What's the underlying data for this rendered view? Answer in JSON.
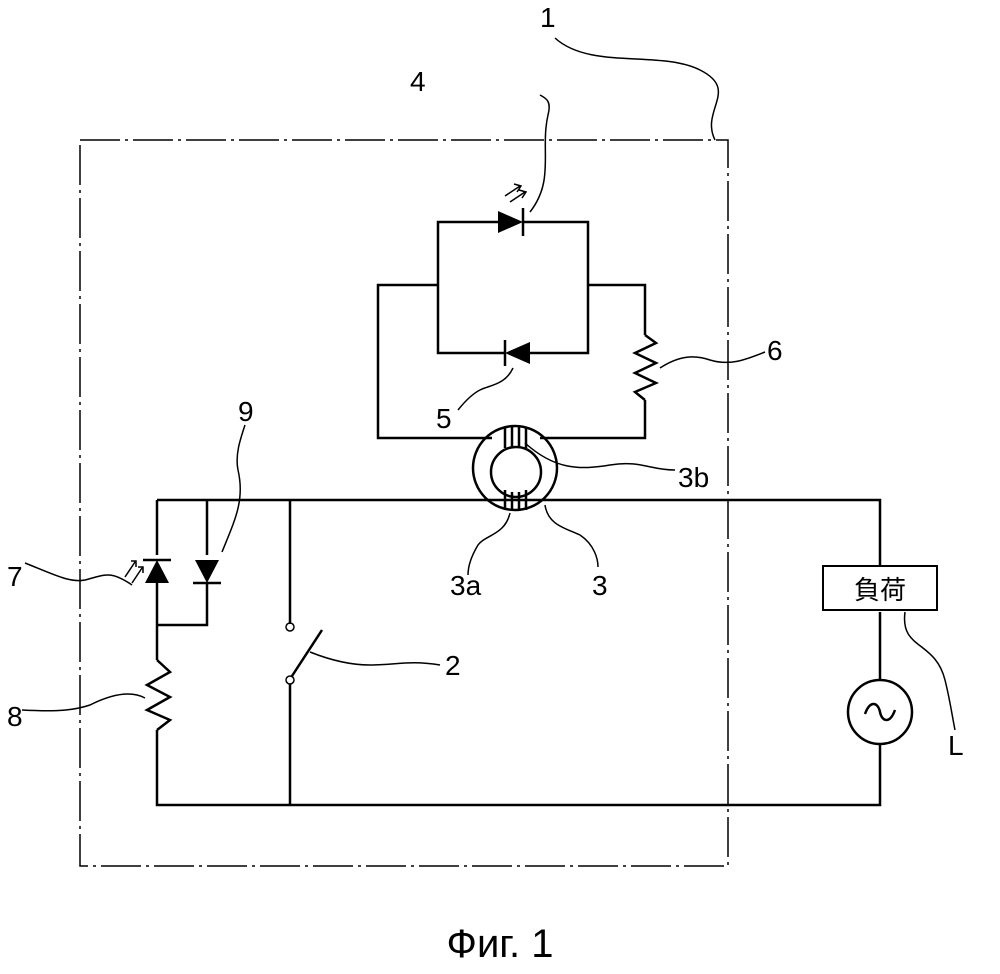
{
  "figure": {
    "caption": "Фиг. 1",
    "labels": {
      "device": "1",
      "switch": "2",
      "current_transformer": "3",
      "primary_winding": "3a",
      "secondary_winding": "3b",
      "led_4": "4",
      "diode_5": "5",
      "resistor_6": "6",
      "led_7": "7",
      "resistor_8": "8",
      "diode_9": "9",
      "load_ref": "L"
    },
    "load_box_text": "負荷",
    "ac_source_symbol": "~"
  }
}
